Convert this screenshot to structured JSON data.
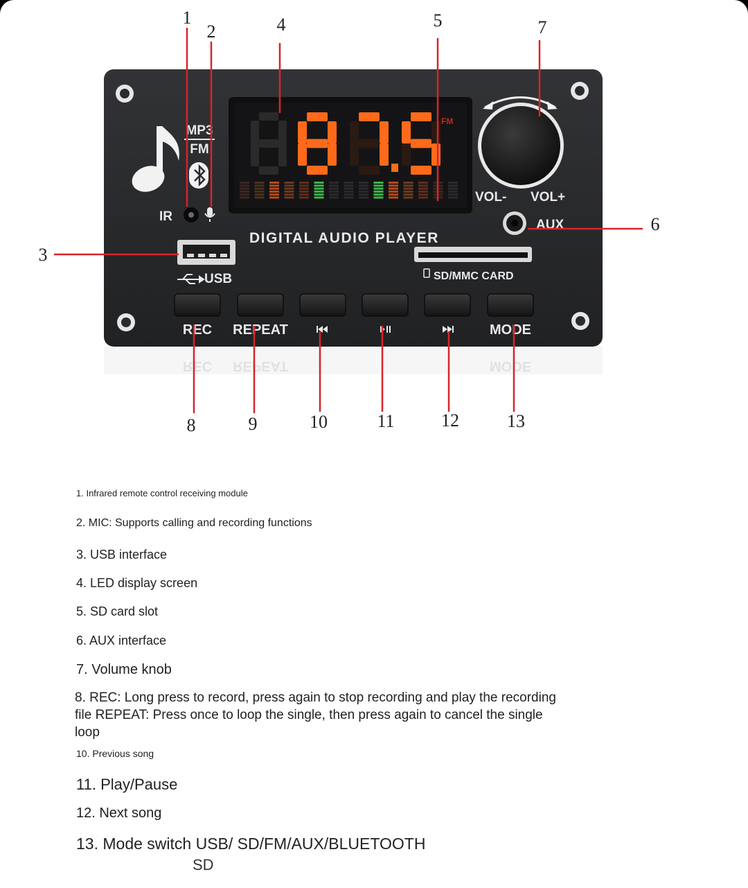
{
  "board": {
    "brand_lines": [
      "MP3",
      "FM"
    ],
    "display_digits": "87.5",
    "display_indicator_fm": "FM",
    "display_caption": "DIGITAL  AUDIO  PLAYER",
    "ir_label": "IR",
    "usb_label": "USB",
    "sd_label": "SD/MMC  CARD",
    "vol_minus_label": "VOL-",
    "vol_plus_label": "VOL+",
    "aux_label": "AUX",
    "buttons": [
      {
        "label": "REC",
        "icon": "record"
      },
      {
        "label": "REPEAT",
        "icon": "repeat"
      },
      {
        "label": "",
        "icon": "previous-icon"
      },
      {
        "label": "",
        "icon": "play-pause-icon"
      },
      {
        "label": "",
        "icon": "next-icon"
      },
      {
        "label": "MODE",
        "icon": "mode"
      }
    ]
  },
  "callouts": [
    "1",
    "2",
    "3",
    "4",
    "5",
    "6",
    "7",
    "8",
    "9",
    "10",
    "11",
    "12",
    "13"
  ],
  "legend": [
    "1. Infrared remote control receiving module",
    "2. MIC: Supports calling and recording functions",
    "3. USB interface",
    "4. LED display screen",
    "5. SD card slot",
    "6. AUX interface",
    "7. Volume knob",
    "8. REC: Long press to record, press again to stop recording and play the recording file REPEAT: Press once to loop the single, then press again to cancel the single loop",
    "10. Previous song",
    "11. Play/Pause",
    "12. Next song",
    "13. Mode switch USB/ SD/FM/AUX/BLUETOOTH",
    "SD"
  ],
  "colors": {
    "board": "#2a2b2d",
    "display_bg": "#111111",
    "digit": "#ff6a1a",
    "leader": "#d8242a",
    "text_white": "#e9e9e9"
  }
}
